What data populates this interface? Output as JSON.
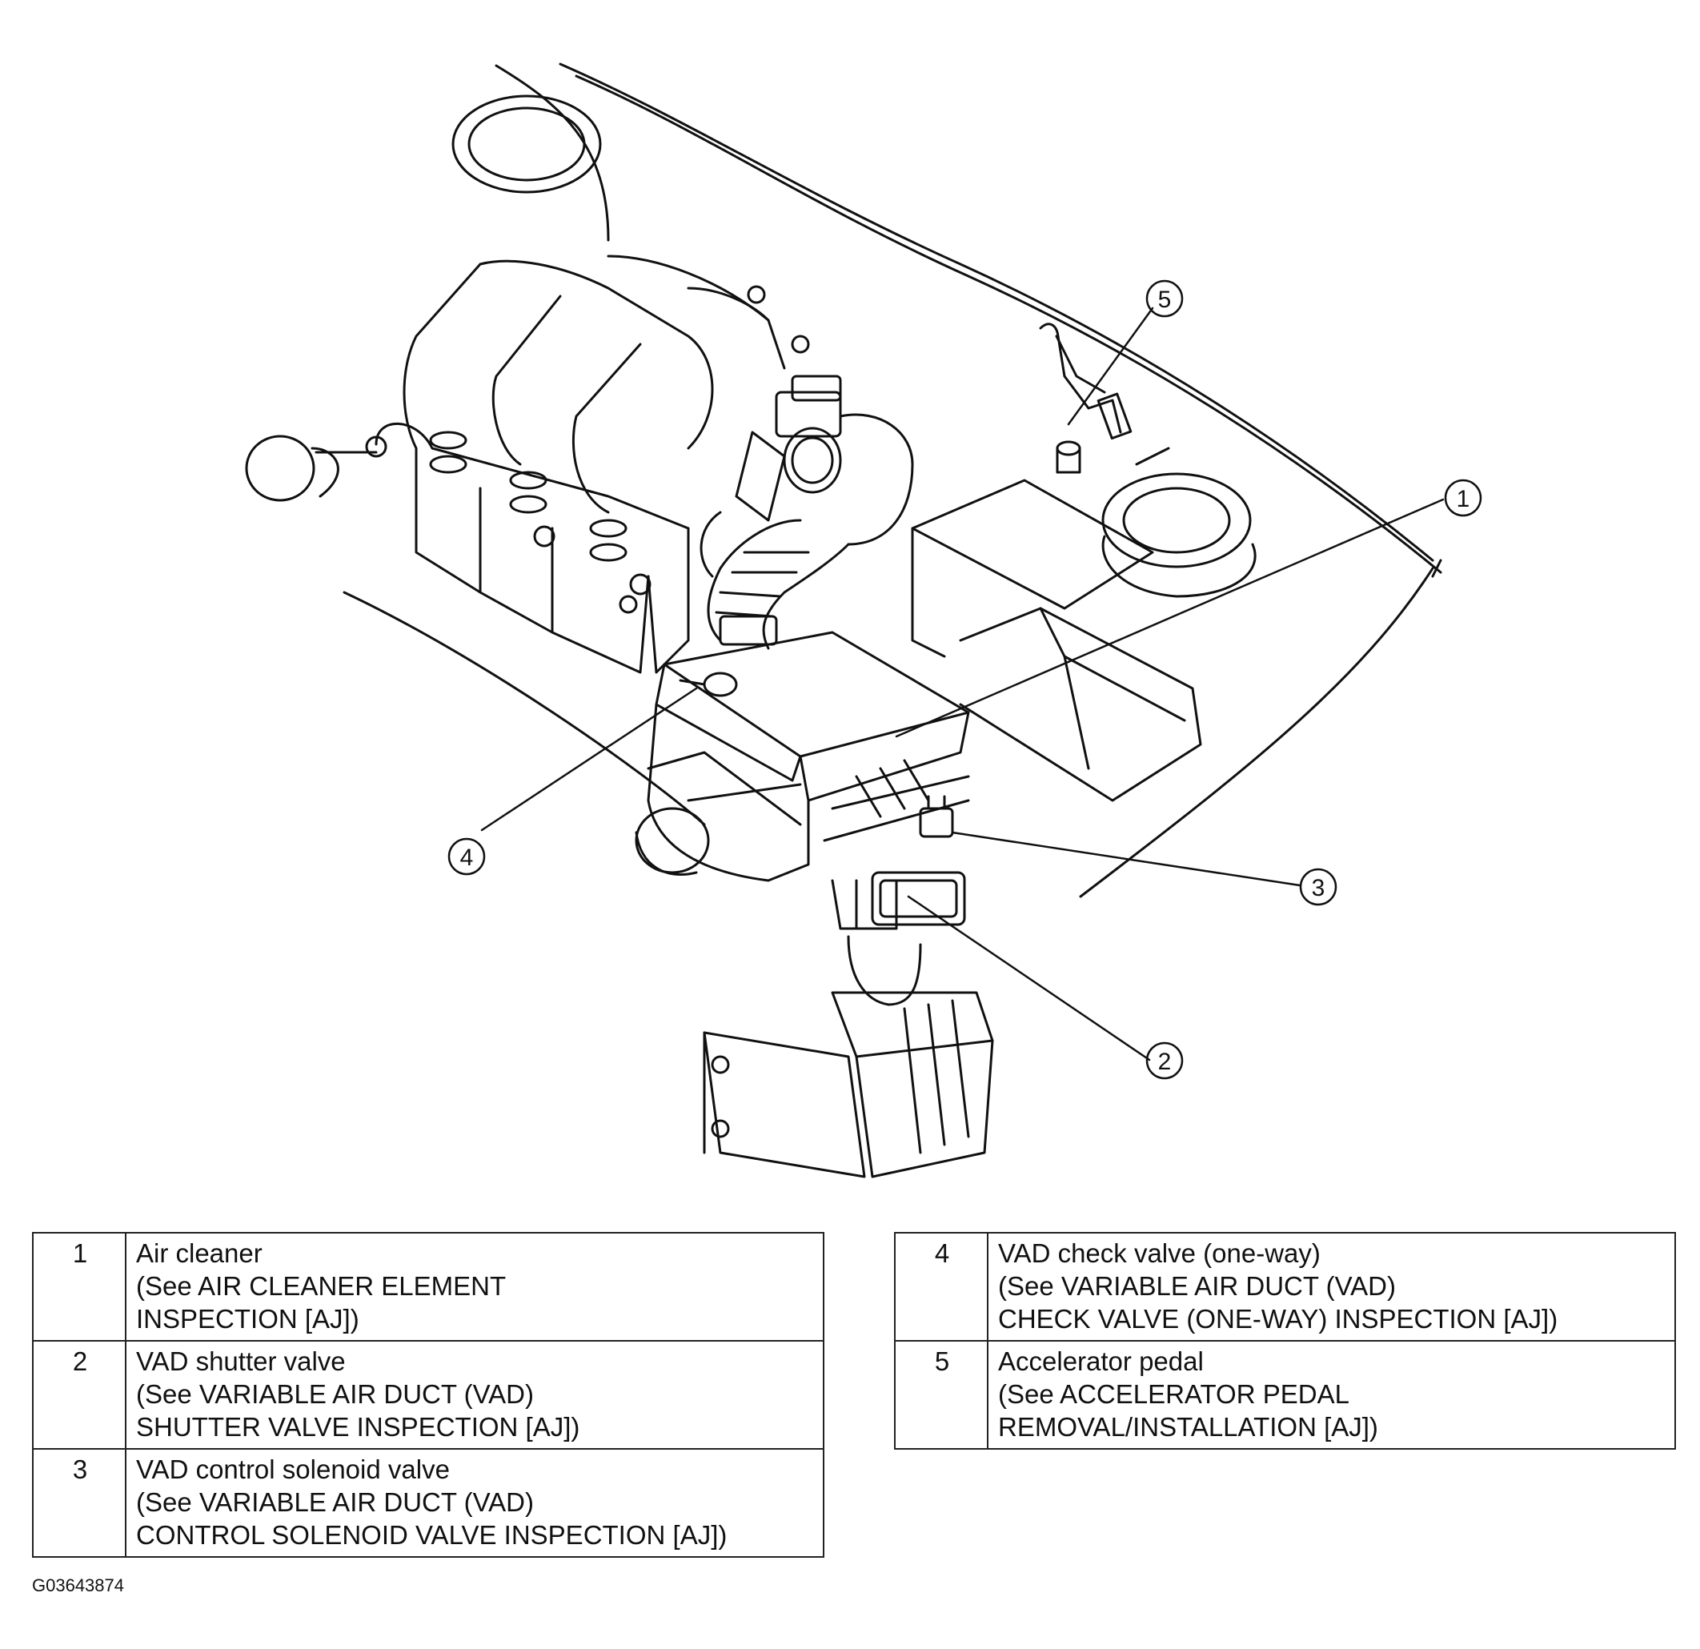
{
  "callouts": [
    {
      "number": "1",
      "label": "Air cleaner",
      "reference": "(See AIR CLEANER ELEMENT\nINSPECTION [AJ])"
    },
    {
      "number": "2",
      "label": "VAD shutter valve",
      "reference": "(See VARIABLE AIR DUCT (VAD)\nSHUTTER VALVE INSPECTION [AJ])"
    },
    {
      "number": "3",
      "label": "VAD control solenoid valve",
      "reference": "(See VARIABLE AIR DUCT (VAD)\nCONTROL SOLENOID VALVE INSPECTION [AJ])"
    },
    {
      "number": "4",
      "label": "VAD check valve (one-way)",
      "reference": "(See VARIABLE AIR DUCT (VAD)\nCHECK VALVE (ONE-WAY) INSPECTION [AJ])"
    },
    {
      "number": "5",
      "label": "Accelerator pedal",
      "reference": "(See ACCELERATOR PEDAL\nREMOVAL/INSTALLATION [AJ])"
    }
  ],
  "figure_id": "G03643874"
}
